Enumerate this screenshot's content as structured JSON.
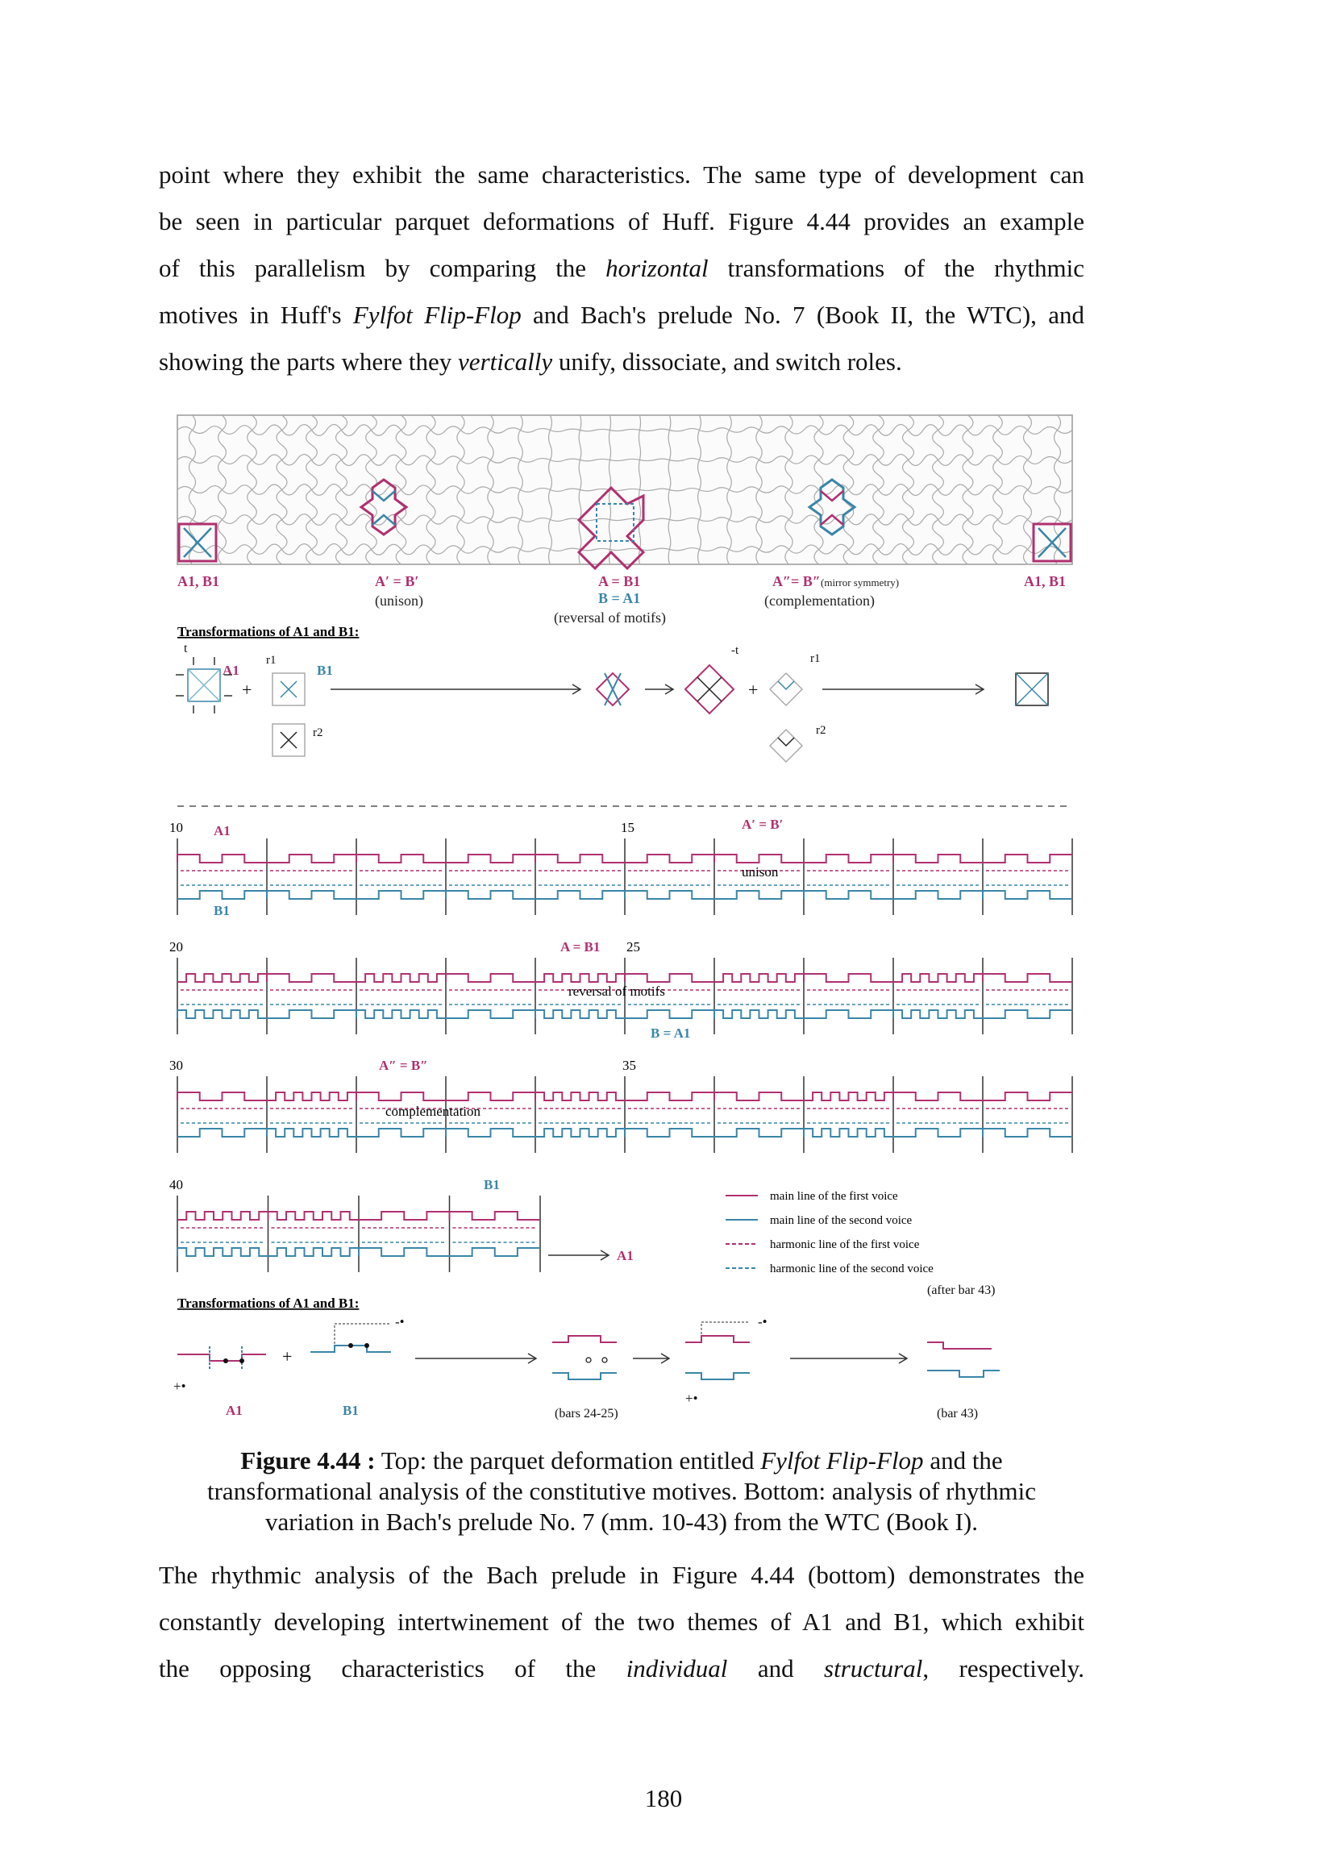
{
  "paragraph_top": {
    "lines": [
      [
        "point where they exhibit the same characteristics. The same type of development can"
      ],
      [
        "be seen in particular parquet deformations of Huff. Figure 4.44 provides an example"
      ],
      [
        "of this parallelism by comparing the ",
        {
          "i": "horizontal"
        },
        " transformations of the rhythmic"
      ],
      [
        "motives in Huff's ",
        {
          "i": "Fylfot Flip-Flop"
        },
        " and Bach's prelude No. 7 (Book II, the WTC), and"
      ],
      [
        "showing the parts where they ",
        {
          "i": "vertically"
        },
        " unify, dissociate, and switch roles."
      ]
    ]
  },
  "figure": {
    "colors": {
      "first_voice": "#b03070",
      "second_voice": "#3a86a8",
      "grid": "#9a9a9a"
    },
    "top": {
      "labels": {
        "left": "A1, B1",
        "unison_eq": "A′ = B′",
        "unison": "(unison)",
        "rev_eq1": "A = B1",
        "rev_eq2": "B = A1",
        "reversal": "(reversal of motifs)",
        "comp_eq": "A″= B″",
        "mirror": "(mirror symmetry)",
        "complementation": "(complementation)",
        "right": "A1, B1"
      },
      "transformations_title": "Transformations of A1 and B1:",
      "marks": {
        "t": "t",
        "A1": "A1",
        "r1": "r1",
        "B1": "B1",
        "r2": "r2",
        "minus_t": "-t",
        "r1b": "r1",
        "r2b": "r2",
        "plus": "+"
      }
    },
    "rhythm": {
      "row1": {
        "bar_start": "10",
        "bar_mid": "15",
        "a_label": "A1",
        "b_label": "B1",
        "eq": "A′ = B′",
        "note": "unison"
      },
      "row2": {
        "bar_start": "20",
        "bar_mid": "25",
        "eq_top": "A = B1",
        "eq_bottom": "B = A1",
        "note": "reversal of motifs"
      },
      "row3": {
        "bar_start": "30",
        "bar_mid": "35",
        "eq": "A″ = B″",
        "note": "complementation"
      },
      "row4": {
        "bar_start": "40",
        "b_label": "B1",
        "arrow_to": "A1"
      },
      "legend": [
        {
          "label": "main line of the first voice",
          "color": "#b03070",
          "style": "solid"
        },
        {
          "label": "main line of the second voice",
          "color": "#3a86a8",
          "style": "solid"
        },
        {
          "label": "harmonic line of the first voice",
          "color": "#b03070",
          "style": "dashed"
        },
        {
          "label": "harmonic line of the second voice",
          "color": "#3a86a8",
          "style": "dashed"
        }
      ]
    },
    "bottom": {
      "title": "Transformations of A1 and B1:",
      "a1": "A1",
      "b1": "B1",
      "plus": "+",
      "plus_dot": "+•",
      "minus_dot": "-•",
      "bars_24_25": "(bars 24-25)",
      "after_bar_43": "(after bar 43)",
      "bar_43": "(bar 43)"
    }
  },
  "caption": {
    "label": "Figure 4.44 :",
    "line1_pre": " Top: the parquet deformation entitled ",
    "line1_italic": "Fylfot Flip-Flop",
    "line1_post": " and the",
    "line2": "transformational analysis of the constitutive motives. Bottom: analysis of rhythmic",
    "line3": "variation in Bach's prelude No. 7 (mm. 10-43) from the WTC (Book I)."
  },
  "paragraph_bottom": {
    "lines": [
      [
        "The rhythmic analysis of the Bach prelude in Figure 4.44 (bottom) demonstrates the"
      ],
      [
        "constantly developing intertwinement of the two themes of A1 and B1, which exhibit"
      ],
      [
        "the opposing characteristics of the ",
        {
          "i": "individual"
        },
        " and ",
        {
          "i": "structural"
        },
        ", respectively."
      ]
    ]
  },
  "page_number": "180"
}
